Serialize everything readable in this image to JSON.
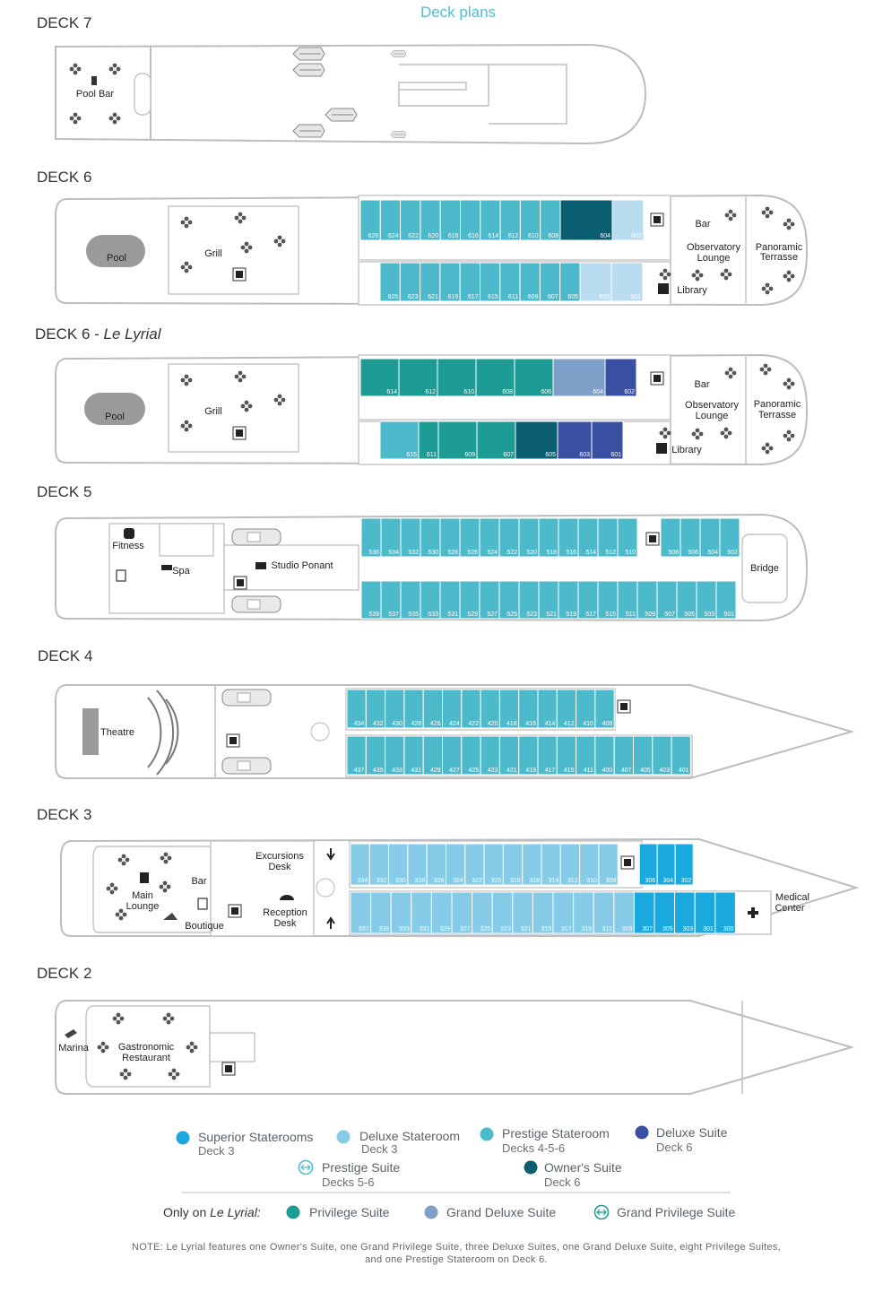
{
  "title": "Deck plans",
  "colors": {
    "superior": "#1ba8dc",
    "deluxe_stateroom": "#86cbe8",
    "prestige_stateroom": "#4dbacb",
    "deluxe_suite": "#3a50a3",
    "owners_suite": "#0b5d70",
    "privilege_suite": "#1c9c94",
    "grand_deluxe_suite": "#7f9fc8",
    "light_blue_cabin": "#b9dcf0"
  },
  "decks": {
    "d7": {
      "title": "DECK 7",
      "labels": {
        "pool_bar": "Pool Bar"
      }
    },
    "d6": {
      "title": "DECK 6",
      "labels": {
        "pool": "Pool",
        "grill": "Grill",
        "bar": "Bar",
        "observatory": "Observatory",
        "lounge": "Lounge",
        "panoramic": "Panoramic",
        "terrasse": "Terrasse",
        "library": "Library"
      },
      "top_cabins": [
        "626",
        "624",
        "622",
        "620",
        "618",
        "616",
        "614",
        "612",
        "610",
        "608",
        "604",
        "602"
      ],
      "bottom_cabins": [
        "625",
        "623",
        "621",
        "619",
        "617",
        "615",
        "611",
        "609",
        "607",
        "605",
        "603",
        "601"
      ]
    },
    "d6l": {
      "title": "DECK 6 - ",
      "subtitle": "Le Lyrial",
      "labels": {
        "pool": "Pool",
        "grill": "Grill",
        "bar": "Bar",
        "observatory": "Observatory",
        "lounge": "Lounge",
        "panoramic": "Panoramic",
        "terrasse": "Terrasse",
        "library": "Library"
      },
      "top_cabins": [
        "614",
        "612",
        "610",
        "608",
        "606",
        "604",
        "602"
      ],
      "bottom_cabins": [
        "615",
        "611",
        "609",
        "607",
        "605",
        "603",
        "601"
      ]
    },
    "d5": {
      "title": "DECK 5",
      "labels": {
        "fitness": "Fitness",
        "spa": "Spa",
        "studio": "Studio Ponant",
        "bridge": "Bridge"
      },
      "top_cabins": [
        "536",
        "534",
        "532",
        "530",
        "528",
        "526",
        "524",
        "522",
        "520",
        "518",
        "516",
        "514",
        "512",
        "510",
        "508",
        "506",
        "504",
        "502"
      ],
      "bottom_cabins": [
        "539",
        "537",
        "535",
        "533",
        "531",
        "529",
        "527",
        "525",
        "523",
        "521",
        "519",
        "517",
        "515",
        "511",
        "509",
        "507",
        "505",
        "503",
        "501"
      ]
    },
    "d4": {
      "title": "DECK 4",
      "labels": {
        "theatre": "Theatre"
      },
      "top_cabins": [
        "434",
        "432",
        "430",
        "428",
        "426",
        "424",
        "422",
        "420",
        "418",
        "416",
        "414",
        "412",
        "410",
        "408"
      ],
      "bottom_cabins": [
        "437",
        "435",
        "433",
        "431",
        "429",
        "427",
        "425",
        "423",
        "421",
        "419",
        "417",
        "415",
        "411",
        "400",
        "407",
        "405",
        "403",
        "401"
      ]
    },
    "d3": {
      "title": "DECK 3",
      "labels": {
        "excursions": "Excursions",
        "desk": "Desk",
        "bar": "Bar",
        "main": "Main",
        "lounge": "Lounge",
        "boutique": "Boutique",
        "reception": "Reception",
        "reception_desk": "Desk",
        "medical": "Medical",
        "center": "Center"
      },
      "top_cabins": [
        "334",
        "332",
        "330",
        "328",
        "326",
        "324",
        "322",
        "320",
        "318",
        "316",
        "314",
        "312",
        "310",
        "308",
        "306",
        "304",
        "302"
      ],
      "bottom_cabins": [
        "337",
        "335",
        "333",
        "331",
        "329",
        "327",
        "325",
        "323",
        "321",
        "319",
        "317",
        "315",
        "311",
        "309",
        "307",
        "305",
        "303",
        "301",
        "300"
      ]
    },
    "d2": {
      "title": "DECK 2",
      "labels": {
        "marina": "Marina",
        "gastronomic": "Gastronomic",
        "restaurant": "Restaurant"
      }
    }
  },
  "legend": [
    {
      "name": "Superior Staterooms",
      "deck": "Deck 3",
      "color": "#1ba8dc"
    },
    {
      "name": "Deluxe Stateroom",
      "deck": "Deck 3",
      "color": "#86cbe8"
    },
    {
      "name": "Prestige Stateroom",
      "deck": "Decks 4-5-6",
      "color": "#4dbacb"
    },
    {
      "name": "Deluxe Suite",
      "deck": "Deck 6",
      "color": "#3a50a3"
    },
    {
      "name": "Prestige Suite",
      "deck": "Decks 5-6",
      "color": "#4dbacb",
      "icon": "arrow-circle-icon"
    },
    {
      "name": "Owner's Suite",
      "deck": "Deck 6",
      "color": "#0b5d70"
    }
  ],
  "lyrial_only": {
    "prefix": "Only on ",
    "ship": "Le Lyrial:",
    "items": [
      {
        "name": "Privilege Suite",
        "color": "#1c9c94"
      },
      {
        "name": "Grand Deluxe Suite",
        "color": "#7f9fc8"
      },
      {
        "name": "Grand Privilege Suite",
        "color": "#1c9c94",
        "icon": "arrow-circle-icon"
      }
    ]
  },
  "note": {
    "line1": "NOTE: Le Lyrial features one Owner's Suite, one Grand Privilege Suite, three Deluxe Suites, one Grand Deluxe Suite, eight Privilege Suites,",
    "line2": "and one Prestige Stateroom on Deck 6."
  }
}
